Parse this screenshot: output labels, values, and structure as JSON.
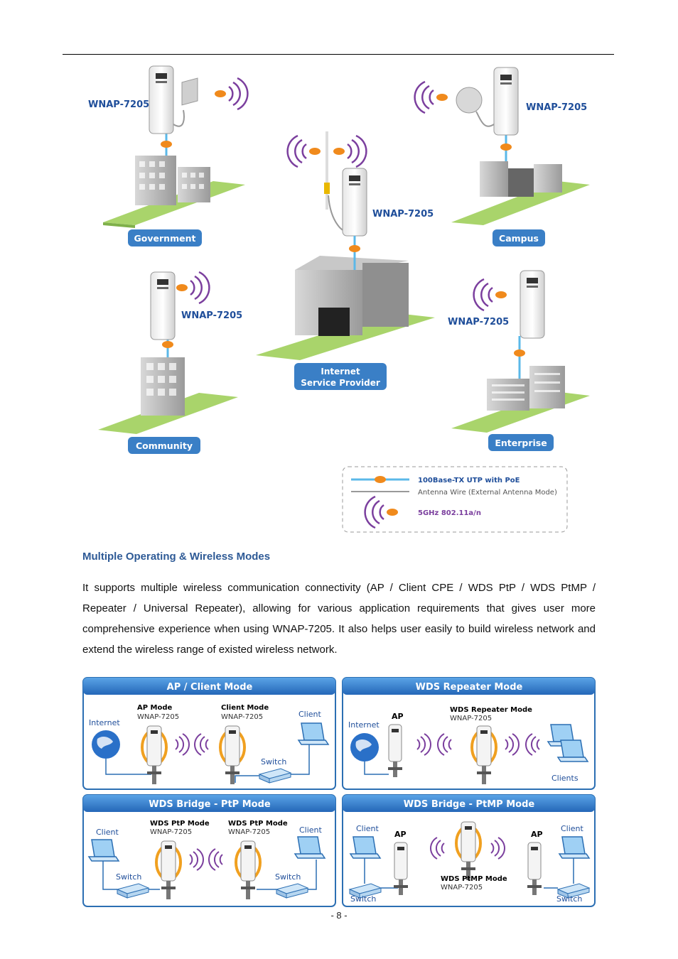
{
  "network_figure": {
    "sites": [
      {
        "device": "WNAP-7205",
        "label": "Government"
      },
      {
        "device": "WNAP-7205",
        "label": "Campus"
      },
      {
        "device": "WNAP-7205",
        "label_line1": "Internet",
        "label_line2": "Service Provider"
      },
      {
        "device": "WNAP-7205",
        "label": "Community"
      },
      {
        "device": "WNAP-7205",
        "label": "Enterprise"
      }
    ],
    "legend": {
      "poe": "100Base-TX UTP with PoE",
      "antenna_wire": "Antenna Wire (External Antenna Mode)",
      "wireless": "5GHz 802.11a/n"
    },
    "colors": {
      "pad": "#a9d46b",
      "label_bg": "#3a7fc6",
      "title_blue": "#1f4e9a",
      "wave": "#7b3f9e",
      "poe": "#f08a1c"
    }
  },
  "section": {
    "title": "Multiple Operating & Wireless Modes",
    "paragraph": "It supports multiple wireless communication connectivity (AP / Client CPE / WDS PtP / WDS PtMP / Repeater / Universal Repeater), allowing for various application requirements that gives user more comprehensive experience when using WNAP-7205. It also helps user easily to build wireless network and extend the wireless range of existed wireless network."
  },
  "modes_figure": {
    "panels": [
      {
        "title": "AP / Client Mode",
        "internet": "Internet",
        "mode1": "AP Mode",
        "model1": "WNAP-7205",
        "mode2": "Client Mode",
        "model2": "WNAP-7205",
        "client": "Client",
        "switch": "Switch"
      },
      {
        "title": "WDS Repeater Mode",
        "internet": "Internet",
        "ap": "AP",
        "mode": "WDS Repeater Mode",
        "model": "WNAP-7205",
        "clients": "Clients"
      },
      {
        "title": "WDS Bridge - PtP Mode",
        "client1": "Client",
        "switch1": "Switch",
        "mode1": "WDS PtP Mode",
        "model1": "WNAP-7205",
        "mode2": "WDS PtP Mode",
        "model2": "WNAP-7205",
        "client2": "Client",
        "switch2": "Switch"
      },
      {
        "title": "WDS Bridge - PtMP Mode",
        "client1": "Client",
        "switch1": "Switch",
        "ap1": "AP",
        "mode": "WDS PtMP Mode",
        "model": "WNAP-7205",
        "ap2": "AP",
        "client2": "Client",
        "switch2": "Switch"
      }
    ]
  },
  "footer": {
    "page_number": "- 8 -"
  }
}
